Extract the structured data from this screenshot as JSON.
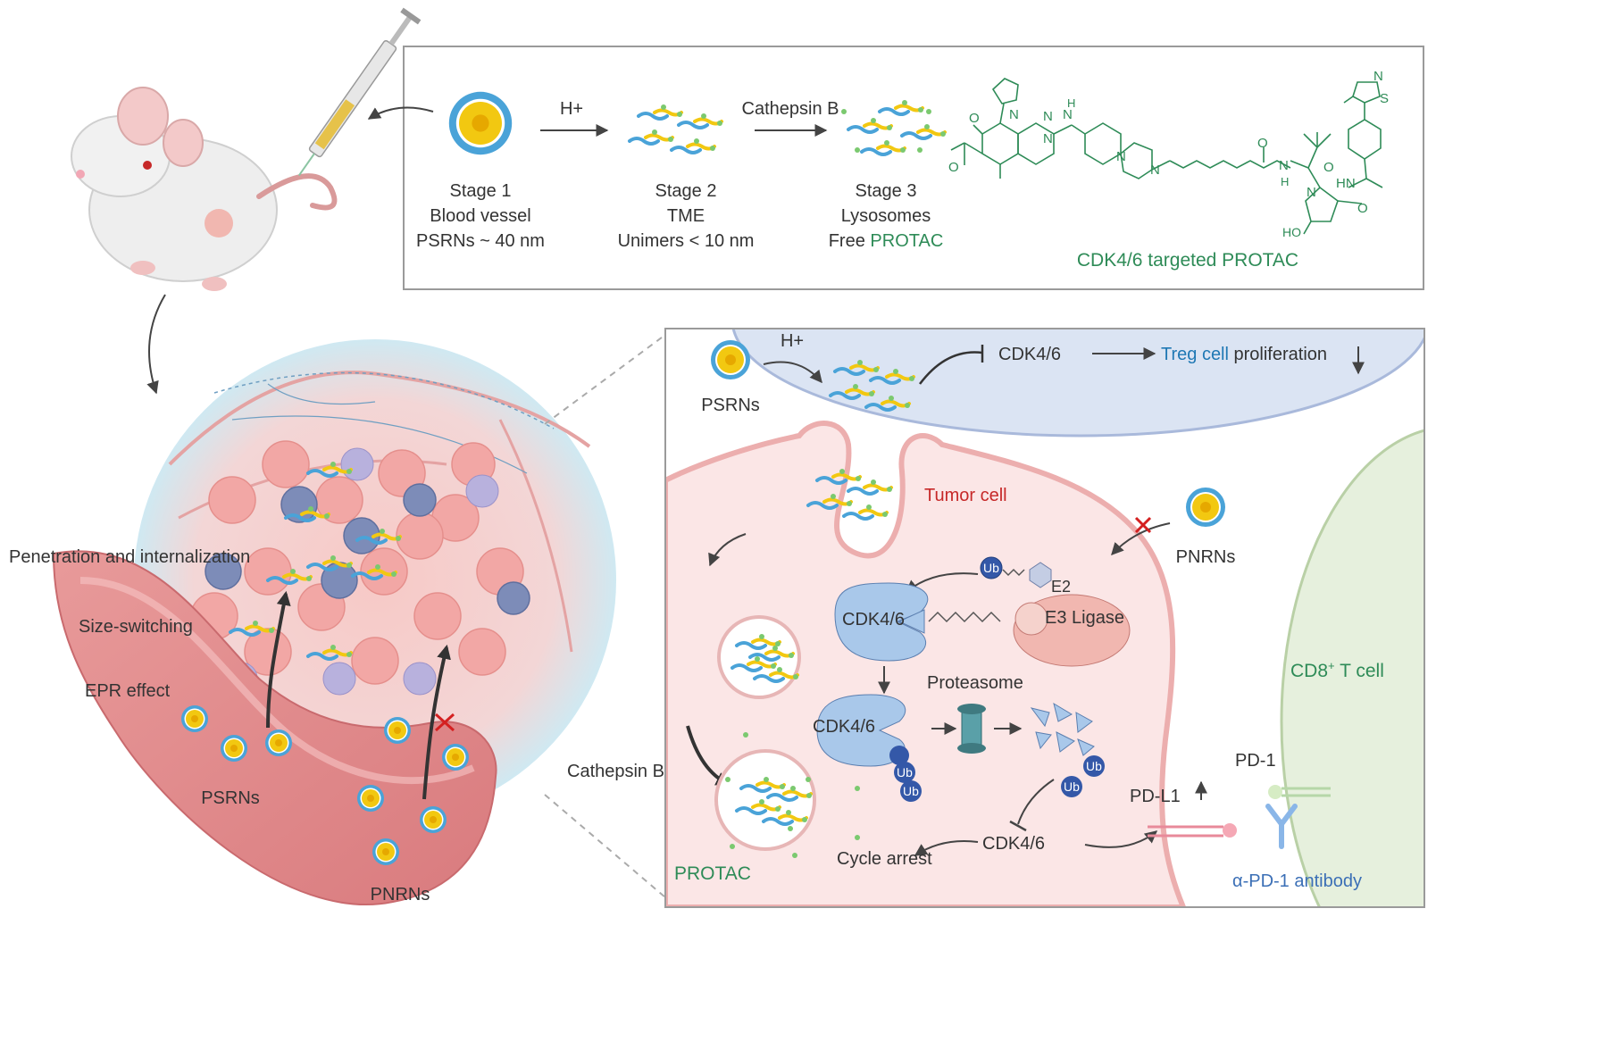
{
  "top_panel": {
    "stage1": {
      "title": "Stage 1",
      "line2": "Blood vessel",
      "line3": "PSRNs ~ 40 nm"
    },
    "stage2": {
      "title": "Stage 2",
      "line2": "TME",
      "line3": "Unimers < 10 nm"
    },
    "stage3": {
      "title": "Stage 3",
      "line2": "Lysosomes",
      "line3_prefix": "Free ",
      "line3_highlight": "PROTAC"
    },
    "arrow1_label": "H+",
    "arrow2_label": "Cathepsin B",
    "protac_caption": "CDK4/6 targeted PROTAC",
    "chem_atoms": {
      "o": "O",
      "n": "N",
      "nh": "HN",
      "h": "H",
      "s": "S",
      "ho": "HO"
    }
  },
  "left_panel": {
    "penetration": "Penetration and internalization",
    "size_switching": "Size-switching",
    "epr": "EPR effect",
    "psrns": "PSRNs",
    "pnrns": "PNRNs"
  },
  "right_panel": {
    "h_plus": "H+",
    "psrns": "PSRNs",
    "cdk_top": "CDK4/6",
    "treg_highlight": "Treg cell",
    "treg_rest": " proliferation",
    "tumor_cell": "Tumor cell",
    "pnrns": "PNRNs",
    "ub": "Ub",
    "e2": "E2",
    "cdk_complex": "CDK4/6",
    "e3": "E3 Ligase",
    "proteasome": "Proteasome",
    "cdk_ub": "CDK4/6",
    "cathepsin": "Cathepsin B",
    "cdk_bottom": "CDK4/6",
    "cycle_arrest": "Cycle arrest",
    "protac": "PROTAC",
    "pdl1": "PD-L1",
    "pd1": "PD-1",
    "cd8": "CD8",
    "cd8_sup": "+",
    "cd8_rest": " T cell",
    "antibody": "α-PD-1 antibody"
  },
  "colors": {
    "protac_green": "#2e8b57",
    "treg_blue": "#1f78b4",
    "tumor_red": "#c62828",
    "antibody_blue": "#3b6fb6"
  }
}
